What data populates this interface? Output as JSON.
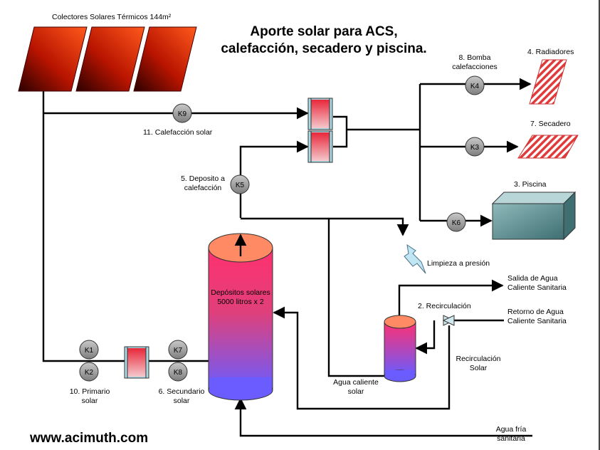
{
  "title": {
    "line1": "Aporte solar para ACS,",
    "line2": "calefacción, secadero y piscina."
  },
  "collectors_label": "Colectores Solares Térmicos 144m²",
  "website": "www.acimuth.com",
  "tank": {
    "line1": "Depósitos solares",
    "line2": "5000 litros x 2"
  },
  "labels": {
    "bomba_line1": "8. Bomba",
    "bomba_line2": "calefacciones",
    "radiadores": "4. Radiadores",
    "secadero": "7. Secadero",
    "piscina": "3. Piscina",
    "calefaccion_solar": "11. Calefacción solar",
    "deposito_line1": "5. Deposito a",
    "deposito_line2": "calefacción",
    "limpieza": "Limpieza a presión",
    "recirculacion": "2. Recirculación",
    "salida_line1": "Salida de Agua",
    "salida_line2": "Caliente Sanitaria",
    "retorno_line1": "Retorno de Agua",
    "retorno_line2": "Caliente Sanitaria",
    "recirc_solar_line1": "Recirculación",
    "recirc_solar_line2": "Solar",
    "agua_caliente_line1": "Agua caliente",
    "agua_caliente_line2": "solar",
    "agua_fria_line1": "Agua fría",
    "agua_fria_line2": "sanitaria",
    "primario_line1": "10. Primario",
    "primario_line2": "solar",
    "secundario_line1": "6. Secundario",
    "secundario_line2": "solar"
  },
  "pumps": {
    "k1": "K1",
    "k2": "K2",
    "k3": "K3",
    "k4": "K4",
    "k5": "K5",
    "k6": "K6",
    "k7": "K7",
    "k8": "K8",
    "k9": "K9"
  },
  "colors": {
    "collector_dark": "#3a0000",
    "collector_bright": "#ff4a10",
    "tank_top": "#ff8a60",
    "tank_bottom": "#6f5cff",
    "tank_mid": "#ff3f7a",
    "exchanger_red": "#e8283a",
    "exchanger_blue": "#a9dbe6",
    "pump_grey": "#9a9a9a",
    "pool": "#5e8e90",
    "hatch": "#e03a3a"
  }
}
